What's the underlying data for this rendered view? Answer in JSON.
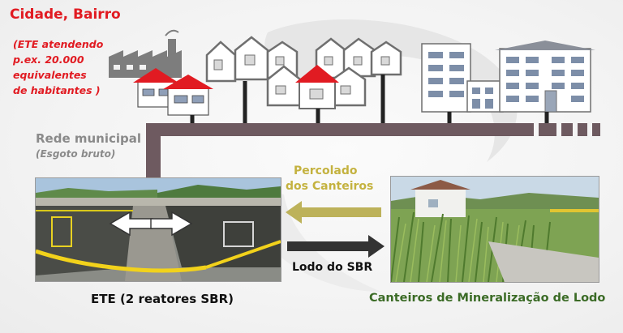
{
  "city": {
    "title": "Cidade, Bairro",
    "subtitle_lines": [
      "(ETE atendendo",
      "p.ex. 20.000",
      "equivalentes",
      "de habitantes )"
    ]
  },
  "network": {
    "title": "Rede municipal",
    "subtitle": "(Esgoto bruto)"
  },
  "flows": {
    "percolado_lines": [
      "Percolado",
      "dos Canteiros"
    ],
    "lodo_label": "Lodo do SBR"
  },
  "ete": {
    "title": "ETE (2 reatores SBR)"
  },
  "canteiros": {
    "title": "Canteiros de Mineralização de Lodo"
  },
  "colors": {
    "city_text": "#e11b22",
    "network_text": "#8a8a8a",
    "pipe": "#6e5a60",
    "percolado_arrow": "#bdb25a",
    "lodo_arrow": "#333333",
    "canteiros_text": "#3b6b26",
    "house_roof_red": "#e11b22"
  },
  "icons": [
    "factory-icon",
    "house-icon",
    "apartment-building-icon",
    "arrow-left-icon",
    "arrow-right-icon"
  ]
}
